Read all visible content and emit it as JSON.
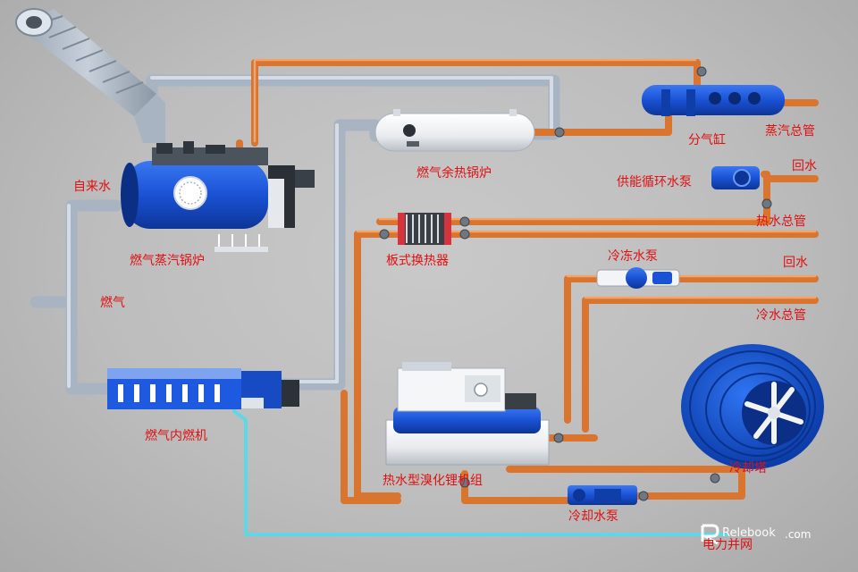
{
  "labels": {
    "tap_water": "自来水",
    "steam_boiler": "燃气蒸汽锅炉",
    "gas": "燃气",
    "gas_engine": "燃气内燃机",
    "waste_heat_boiler": "燃气余热锅炉",
    "plate_heat_exchanger": "板式换热器",
    "steam_header": "分气缸",
    "steam_main": "蒸汽总管",
    "return_water_1": "回水",
    "heating_pump": "供能循环水泵",
    "hot_water_main": "热水总管",
    "chilled_pump": "冷冻水泵",
    "return_water_2": "回水",
    "chilled_main": "冷水总管",
    "lithium_chiller": "热水型溴化锂机组",
    "cooling_tower": "冷却塔",
    "cooling_pump": "冷却水泵",
    "grid": "电力并网"
  },
  "watermark": {
    "brand": "Relebook",
    "suffix": ".com"
  },
  "colors": {
    "pipe_orange": "#d9752f",
    "pipe_gray": "#a9b4c2",
    "pipe_cyan": "#5fd7e6",
    "equipment_blue": "#1a52d6",
    "label_red": "#e01010"
  }
}
